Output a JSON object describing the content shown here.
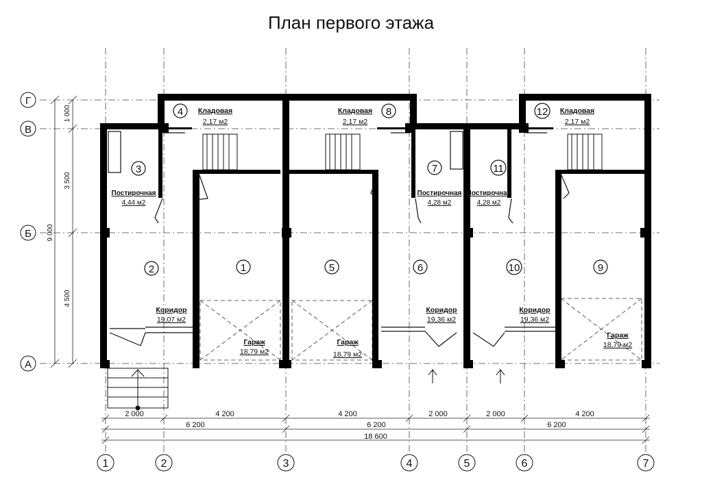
{
  "title": "План первого этажа",
  "axes": {
    "rows": [
      {
        "id": "row-g",
        "label": "Г"
      },
      {
        "id": "row-v",
        "label": "В"
      },
      {
        "id": "row-b",
        "label": "Б"
      },
      {
        "id": "row-a",
        "label": "А"
      }
    ],
    "columns": [
      "1",
      "2",
      "3",
      "4",
      "5",
      "6",
      "7"
    ]
  },
  "dimensions": {
    "vertical": {
      "d1": "1 000",
      "d2": "3 500",
      "d3": "4 500",
      "total": "9 000"
    },
    "h1": [
      "2 000",
      "4 200",
      "4 200",
      "2 000",
      "2 000",
      "4 200"
    ],
    "h2": [
      "6 200",
      "6 200",
      "6 200"
    ],
    "total": "18 600"
  },
  "rooms": [
    {
      "num": "1"
    },
    {
      "num": "2",
      "name": "Коридор",
      "area": "19,07 м2"
    },
    {
      "num": "3",
      "name": "Постирочная",
      "area": "4,44 м2"
    },
    {
      "num": "4",
      "name": "Кладовая",
      "area": "2,17 м2"
    },
    {
      "num": "5"
    },
    {
      "num": "6",
      "name": "Коридор",
      "area": "19,36 м2"
    },
    {
      "num": "7",
      "name": "Постирочная",
      "area": "4,28 м2"
    },
    {
      "num": "8",
      "name": "Кладовая",
      "area": "2,17 м2"
    },
    {
      "num": "9"
    },
    {
      "num": "10",
      "name": "Коридор",
      "area": "19,36 м2"
    },
    {
      "num": "11",
      "name": "Постирочная",
      "area": "4,28 м2"
    },
    {
      "num": "12",
      "name": "Кладовая",
      "area": "2,17 м2"
    }
  ],
  "garages": [
    {
      "name": "Гараж",
      "area": "18,79 м2"
    },
    {
      "name": "Гараж",
      "area": "18,79 м2"
    },
    {
      "name": "Гараж",
      "area": "18,79 м2"
    }
  ]
}
